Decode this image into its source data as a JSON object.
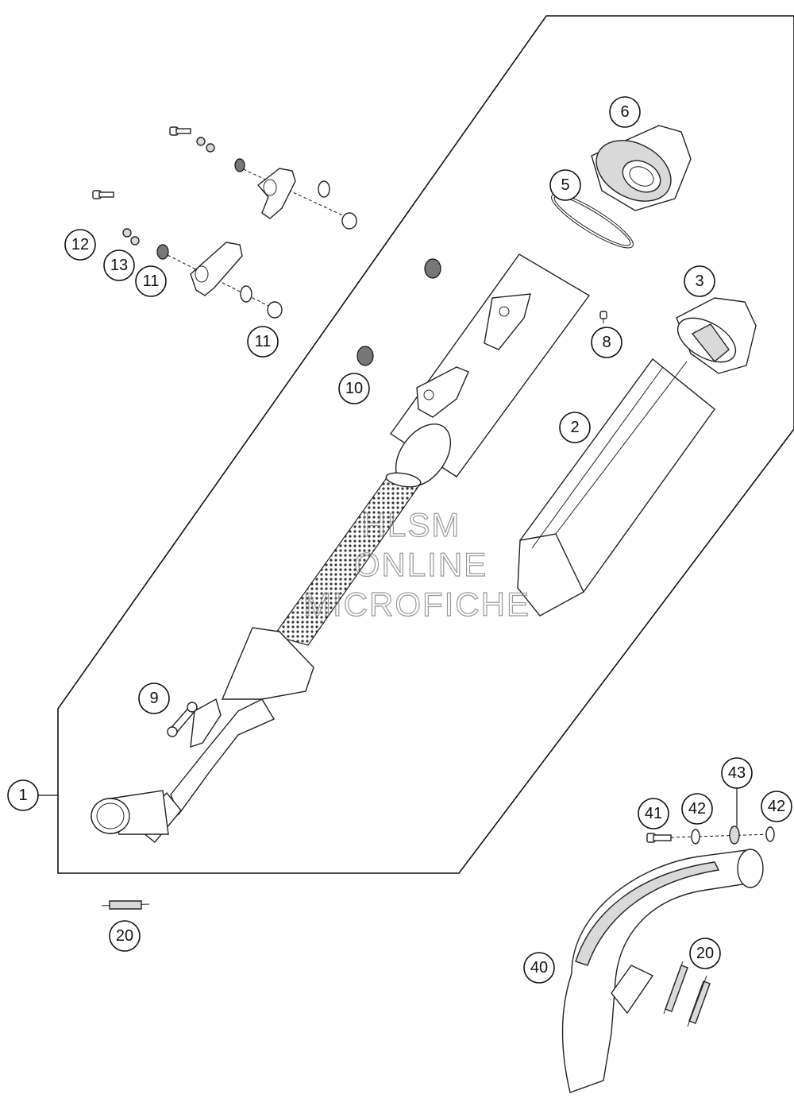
{
  "callouts": [
    {
      "id": "c1",
      "label": "1"
    },
    {
      "id": "c2",
      "label": "2"
    },
    {
      "id": "c3",
      "label": "3"
    },
    {
      "id": "c5",
      "label": "5"
    },
    {
      "id": "c6",
      "label": "6"
    },
    {
      "id": "c8",
      "label": "8"
    },
    {
      "id": "c9",
      "label": "9"
    },
    {
      "id": "c10",
      "label": "10"
    },
    {
      "id": "c11a",
      "label": "11"
    },
    {
      "id": "c11b",
      "label": "11"
    },
    {
      "id": "c12",
      "label": "12"
    },
    {
      "id": "c13",
      "label": "13"
    },
    {
      "id": "c20a",
      "label": "20"
    },
    {
      "id": "c20b",
      "label": "20"
    },
    {
      "id": "c40",
      "label": "40"
    },
    {
      "id": "c41",
      "label": "41"
    },
    {
      "id": "c42a",
      "label": "42"
    },
    {
      "id": "c42b",
      "label": "42"
    },
    {
      "id": "c43",
      "label": "43"
    }
  ],
  "watermark": {
    "line1": "HLSM",
    "line2": "ONLINE",
    "line3": "MICROFICHE"
  }
}
